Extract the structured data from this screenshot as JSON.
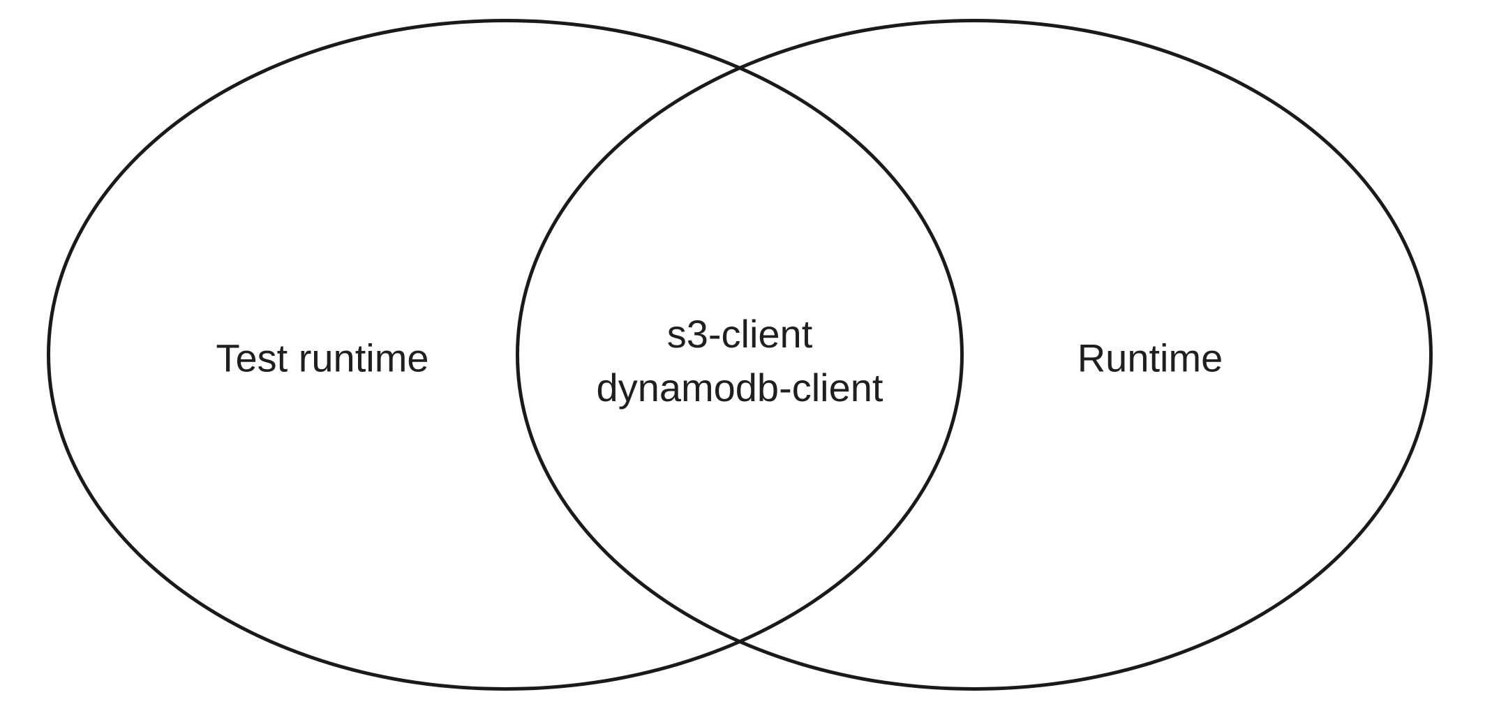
{
  "diagram": {
    "type": "venn",
    "background_color": "#ffffff",
    "stroke_color": "#1a1a1a",
    "text_color": "#1f1f1f",
    "left_set": {
      "label": "Test runtime"
    },
    "right_set": {
      "label": "Runtime"
    },
    "intersection": {
      "items": [
        "s3-client",
        "dynamodb-client"
      ]
    }
  }
}
